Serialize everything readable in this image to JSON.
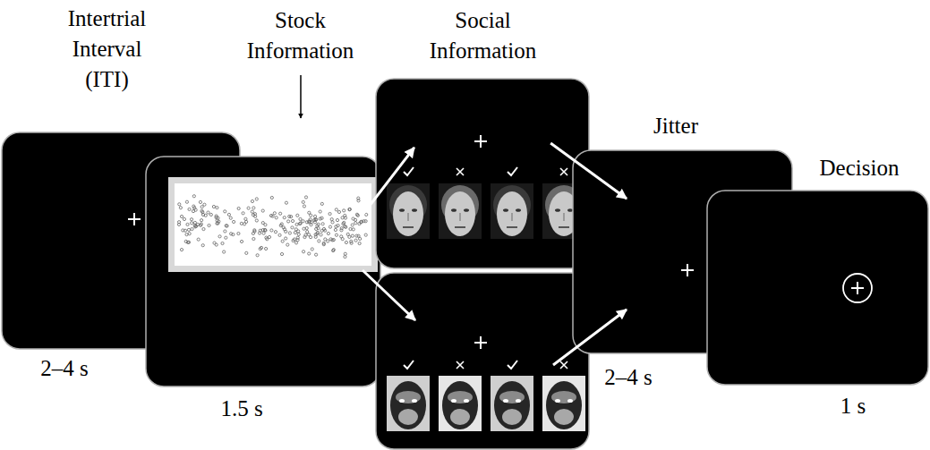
{
  "diagram": {
    "nodes": [
      {
        "text": [
          "Intertrial Interval (ITI)",
          "2–4 s"
        ]
      },
      {
        "text": [
          "Stock Information",
          "1.5 s"
        ]
      },
      {
        "text": [
          "Social Information"
        ]
      },
      {
        "text": [
          "Jitter",
          "2–4 s"
        ]
      },
      {
        "text": [
          "Decision",
          "1 s"
        ]
      }
    ],
    "edges": [
      {
        "from": 1,
        "to": 2,
        "arrow": "to"
      },
      {
        "from": 2,
        "to": 3,
        "arrow": "to"
      }
    ]
  }
}
